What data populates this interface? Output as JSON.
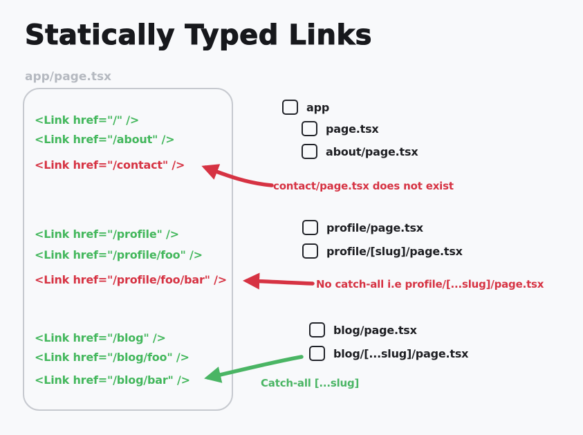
{
  "page": {
    "title": "Statically Typed Links",
    "file_label": "app/page.tsx",
    "background": "#f8f9fb"
  },
  "colors": {
    "valid_green": "#43b75c",
    "invalid_red": "#d63343",
    "annotation_green": "#4ab564",
    "ink": "#1d1e22",
    "muted_gray": "#b5b9c0",
    "box_border": "#c6c9cf"
  },
  "code_panel": {
    "lines": [
      {
        "text": "<Link href=\"/\" />",
        "status": "valid"
      },
      {
        "text": "<Link href=\"/about\" />",
        "status": "valid"
      },
      {
        "text": "<Link href=\"/contact\" />",
        "status": "invalid"
      },
      {
        "text": "<Link href=\"/profile\" />",
        "status": "valid"
      },
      {
        "text": "<Link href=\"/profile/foo\" />",
        "status": "valid"
      },
      {
        "text": "<Link href=\"/profile/foo/bar\" />",
        "status": "invalid"
      },
      {
        "text": "<Link href=\"/blog\" />",
        "status": "valid"
      },
      {
        "text": "<Link href=\"/blog/foo\" />",
        "status": "valid"
      },
      {
        "text": "<Link href=\"/blog/bar\" />",
        "status": "valid"
      }
    ]
  },
  "file_tree": {
    "items": [
      {
        "label": "app",
        "level": 0
      },
      {
        "label": "page.tsx",
        "level": 1
      },
      {
        "label": "about/page.tsx",
        "level": 1
      },
      {
        "label": "profile/page.tsx",
        "level": 1
      },
      {
        "label": "profile/[slug]/page.tsx",
        "level": 1
      },
      {
        "label": "blog/page.tsx",
        "level": 1
      },
      {
        "label": "blog/[...slug]/page.tsx",
        "level": 1
      }
    ]
  },
  "annotations": [
    {
      "text": "contact/page.tsx does not exist",
      "color": "red"
    },
    {
      "text": "No catch-all i.e profile/[...slug]/page.tsx",
      "color": "red"
    },
    {
      "text": "Catch-all [...slug]",
      "color": "green"
    }
  ]
}
